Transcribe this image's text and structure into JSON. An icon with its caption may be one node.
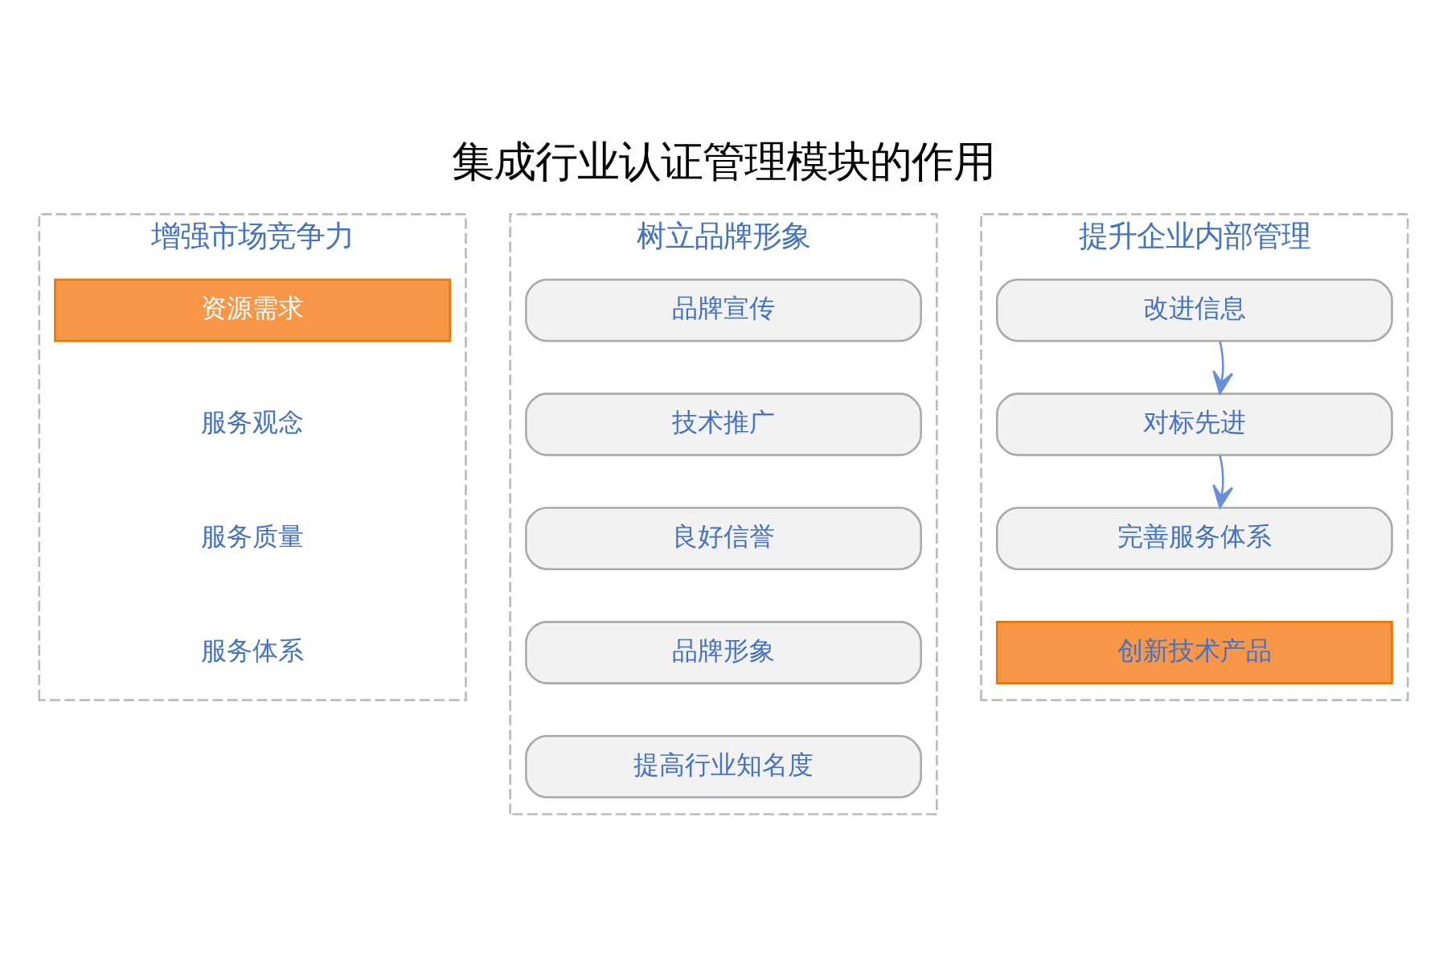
{
  "diagram": {
    "title": "集成行业认证管理模块的作用",
    "nodes": [
      {
        "text": [
          "增强市场竞争力"
        ]
      },
      {
        "text": [
          "资源需求"
        ],
        "in": 0
      },
      {
        "text": [
          "树立品牌形象"
        ]
      },
      {
        "text": [
          "品牌宣传"
        ],
        "in": 2
      },
      {
        "text": [
          "技术推广"
        ],
        "in": 2
      },
      {
        "text": [
          "良好信誉"
        ],
        "in": 2
      },
      {
        "text": [
          "品牌形象"
        ],
        "in": 2
      },
      {
        "text": [
          "提高行业知名度"
        ],
        "in": 2
      },
      {
        "text": [
          "提升企业内部管理"
        ]
      },
      {
        "text": [
          "改进信息"
        ],
        "in": 8
      },
      {
        "text": [
          "对标先进"
        ],
        "in": 8
      },
      {
        "text": [
          "完善服务体系"
        ],
        "in": 8
      },
      {
        "text": [
          "创新技术产品"
        ],
        "in": 8
      }
    ],
    "edges": [
      {
        "from": 9,
        "to": 10,
        "arrow": "to"
      },
      {
        "from": 10,
        "to": 11,
        "arrow": "to"
      }
    ],
    "labels": [
      "服务观念",
      "服务质量",
      "服务体系"
    ]
  }
}
